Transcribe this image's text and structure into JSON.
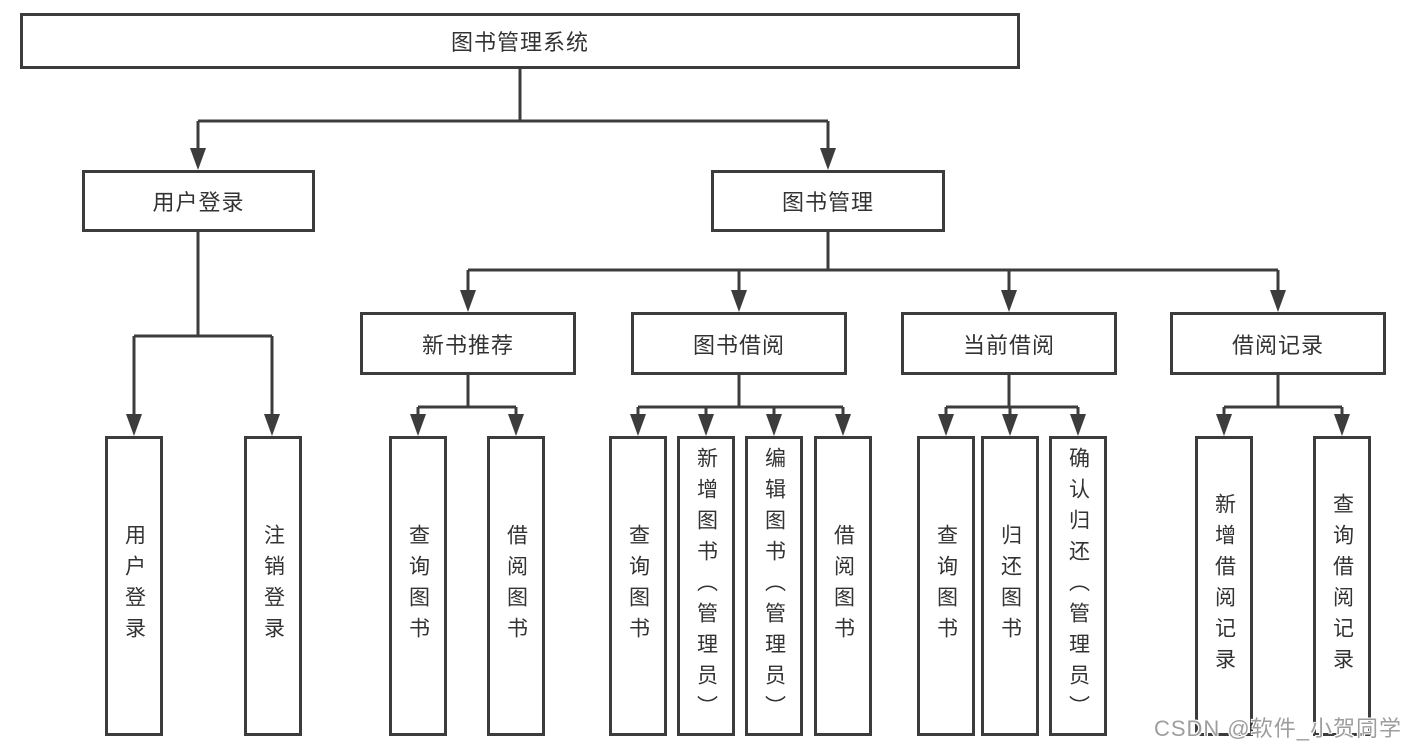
{
  "diagram": {
    "root": {
      "label": "图书管理系统"
    },
    "level2": [
      {
        "id": "user-login",
        "label": "用户登录"
      },
      {
        "id": "book-mgmt",
        "label": "图书管理"
      }
    ],
    "level3": [
      {
        "id": "new-books",
        "label": "新书推荐"
      },
      {
        "id": "book-borrow",
        "label": "图书借阅"
      },
      {
        "id": "current-borrow",
        "label": "当前借阅"
      },
      {
        "id": "borrow-records",
        "label": "借阅记录"
      }
    ],
    "leaves": [
      {
        "id": "user-login-leaf",
        "label": "用户登录"
      },
      {
        "id": "logout-leaf",
        "label": "注销登录"
      },
      {
        "id": "newbooks-query",
        "label": "查询图书"
      },
      {
        "id": "newbooks-borrow",
        "label": "借阅图书"
      },
      {
        "id": "bookborrow-query",
        "label": "查询图书"
      },
      {
        "id": "bookborrow-add",
        "label": "新增图书（管理员）"
      },
      {
        "id": "bookborrow-edit",
        "label": "编辑图书（管理员）"
      },
      {
        "id": "bookborrow-borrow",
        "label": "借阅图书"
      },
      {
        "id": "current-query",
        "label": "查询图书"
      },
      {
        "id": "current-return",
        "label": "归还图书"
      },
      {
        "id": "current-confirm",
        "label": "确认归还（管理员）"
      },
      {
        "id": "records-add",
        "label": "新增借阅记录"
      },
      {
        "id": "records-query",
        "label": "查询借阅记录"
      }
    ]
  },
  "watermark": {
    "text": "CSDN @软件_小贺同学"
  },
  "colors": {
    "line": "#3c3c3c",
    "text": "#333333",
    "watermark_gray": "#9e9e9e"
  }
}
